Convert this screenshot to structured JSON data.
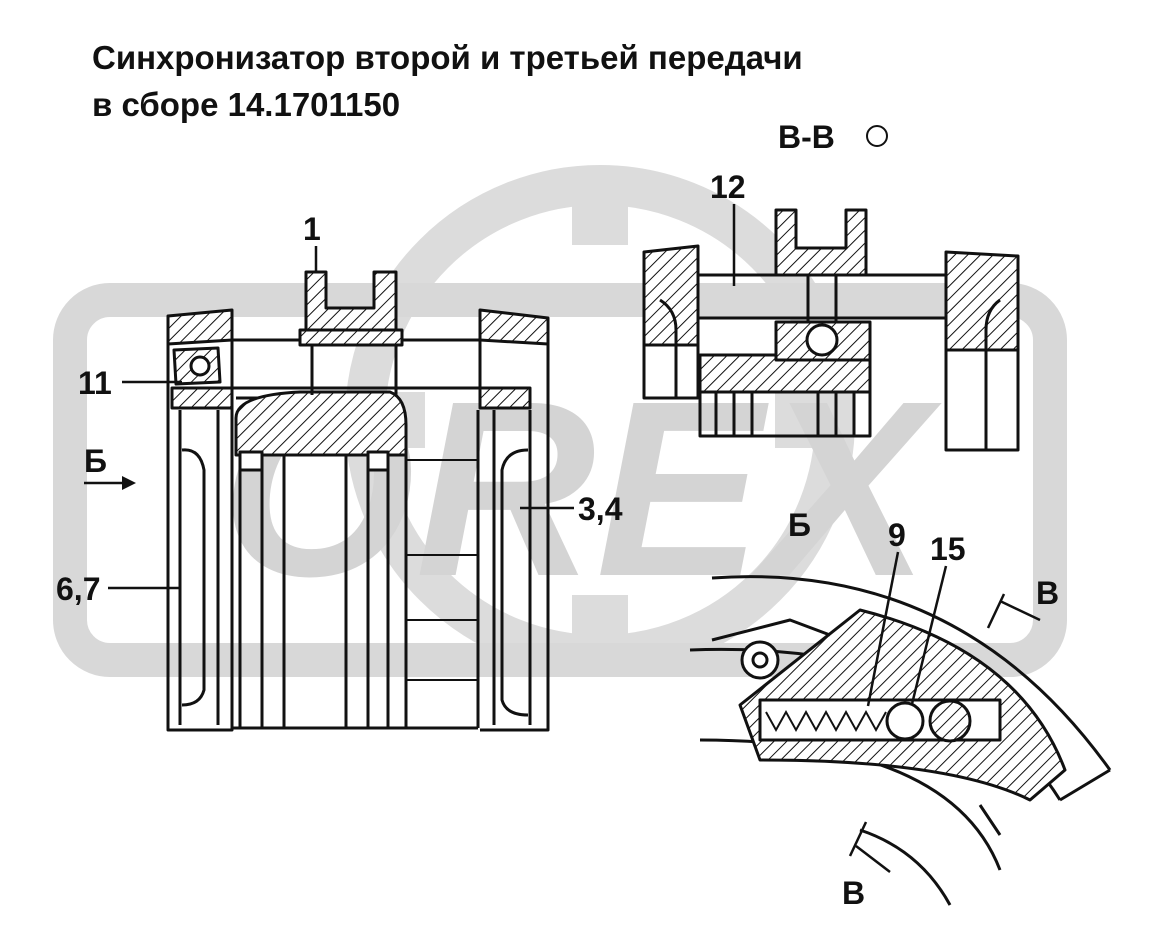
{
  "title": {
    "line1": "Синхронизатор второй и третьей передачи",
    "line2": "в сборе 14.1701150"
  },
  "watermark": {
    "text": "OREX",
    "color": "#d4d4d4"
  },
  "section_label": "В-В",
  "view_label": "Б",
  "callouts": {
    "c1": "1",
    "c11": "11",
    "c_b_arrow": "Б",
    "c34": "3,4",
    "c67": "6,7",
    "c12": "12",
    "c9": "9",
    "c15": "15",
    "c_v_top": "В",
    "c_v_bottom": "В"
  }
}
